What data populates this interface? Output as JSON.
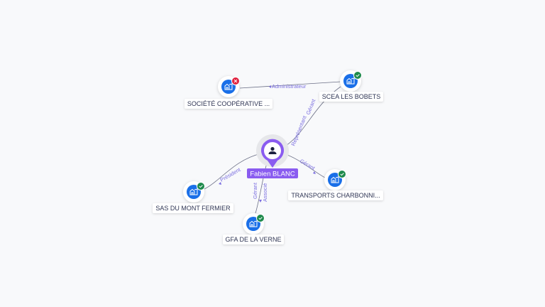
{
  "colors": {
    "company": "#1a6fe8",
    "person": "#8a5cf0",
    "active": "#1e8a4c",
    "inactive": "#e0213f"
  },
  "person": {
    "name": "Fabien BLANC",
    "icon": "user-icon"
  },
  "companies": [
    {
      "name": "SOCIÉTÉ COOPÉRATIVE ...",
      "status": "inactive",
      "icon": "building-icon"
    },
    {
      "name": "SCEA LES BOBETS",
      "status": "active",
      "icon": "building-icon"
    },
    {
      "name": "SAS DU MONT FERMIER",
      "status": "active",
      "icon": "building-icon"
    },
    {
      "name": "GFA DE LA VERNE",
      "status": "active",
      "icon": "building-icon"
    },
    {
      "name": "TRANSPORTS CHARBONNI...",
      "status": "active",
      "icon": "building-icon"
    }
  ],
  "edges": {
    "scea_societe": "Administrateur",
    "person_scea": [
      "Gérant",
      "Représentant"
    ],
    "person_sas": "Président",
    "person_gfa": [
      "Gérant",
      "Associé"
    ],
    "person_transports": "Gérant"
  }
}
